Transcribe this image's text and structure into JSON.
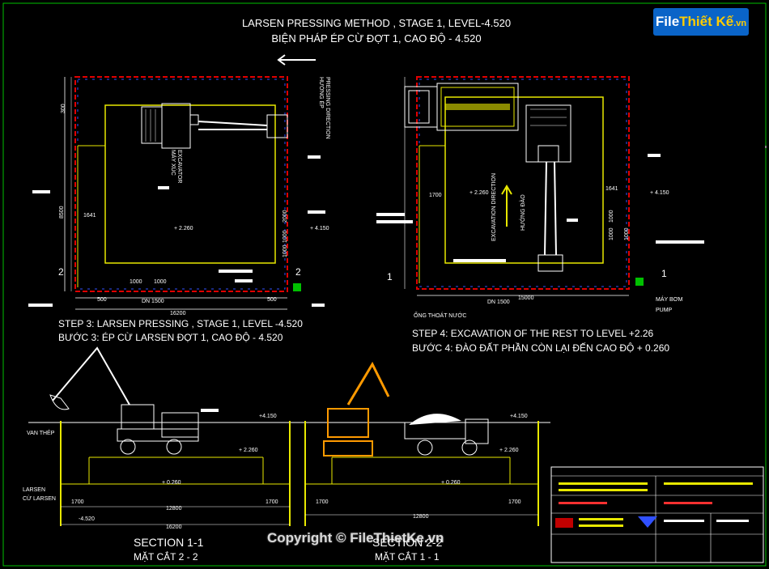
{
  "title": {
    "line1": "LARSEN PRESSING METHOD , STAGE 1, LEVEL-4.520",
    "line2": "BIỆN PHÁP ÉP CỪ ĐỢT 1, CAO ĐỘ - 4.520"
  },
  "logo": {
    "main": "File",
    "accent": "Thiết Kế",
    "suffix": ".vn"
  },
  "step3": {
    "en": "STEP 3: LARSEN PRESSING , STAGE 1, LEVEL -4.520",
    "vn": "BƯỚC 3: ÉP CỪ LARSEN ĐỢT 1, CAO ĐỘ - 4.520",
    "excavator": "EXCAVATOR",
    "excavator_vn": "MÁY XÚC",
    "direction": "HƯỚNG ÉP",
    "direction_en": "PRESSING DIRECTION",
    "level": "+ 2.260",
    "level_top": "+ 4.150",
    "dims": {
      "d1000a": "1000",
      "d1000b": "1000",
      "d1641": "1641",
      "d8500": "8500",
      "d300": "300",
      "d500a": "500",
      "d500b": "500",
      "d16200": "16200",
      "dn": "DN 1500",
      "d2000": "2000",
      "d1000c": "1000",
      "d1000d": "1000"
    },
    "marker_left": "2",
    "marker_right": "2"
  },
  "step4": {
    "en": "STEP 4: EXCAVATION OF THE REST TO LEVEL +2.26",
    "vn": "BƯỚC 4: ĐÀO ĐẤT PHẦN CÒN LẠI ĐẾN CAO ĐỘ + 0.260",
    "excavation_dir": "EXCAVATION DIRECTION",
    "excavation_dir_vn": "HƯỚNG ĐÀO",
    "level": "+ 2.260",
    "level_top": "+ 4.150",
    "pipe": "ỐNG THOÁT NƯỚC",
    "pump": "MÁY BƠM",
    "pump_en": "PUMP",
    "dims": {
      "d1700": "1700",
      "d1641": "1641",
      "d15000": "15000",
      "dn": "DN 1500",
      "d1000a": "1000",
      "d1000b": "1000",
      "d1000c": "1000"
    },
    "marker_left": "1",
    "marker_right": "1"
  },
  "section1": {
    "title": "SECTION 1-1",
    "subtitle": "MẶT CẮT 2 - 2",
    "label_steel": "VAN THÉP",
    "label_larsen1": "LARSEN",
    "label_larsen2": "CỪ LARSEN",
    "lv_top": "+4.150",
    "lv_mid": "+ 2.260",
    "lv_low": "+ 0.260",
    "lv_bot": "-4.520",
    "d1700a": "1700",
    "d1700b": "1700",
    "d12800": "12800",
    "d16200": "16200"
  },
  "section2": {
    "title": "SECTION 2-2",
    "subtitle": "MẶT CẮT 1 - 1",
    "lv_top": "+4.150",
    "lv_mid": "+ 2.260",
    "lv_low": "+ 0.260",
    "d1700a": "1700",
    "d1700b": "1700",
    "d12800": "12800"
  },
  "watermark": "Copyright © FileThietKe.vn"
}
